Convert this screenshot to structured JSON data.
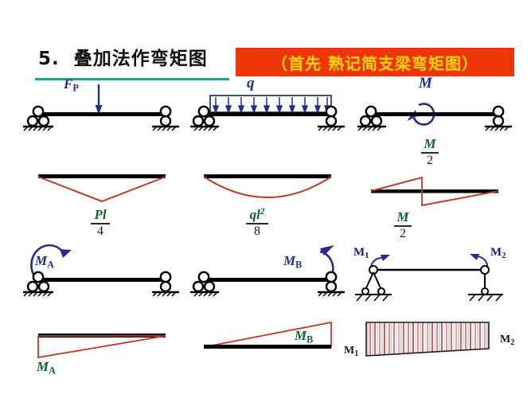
{
  "header": {
    "number": "5.",
    "title": "叠加法作弯矩图",
    "banner": "（首先  熟记简支梁弯矩图）",
    "banner_bg": "#ee3508",
    "banner_text_color": "#ffd700",
    "underline_color": "#1aa39c"
  },
  "colors": {
    "load_label": "#1f2f8f",
    "moment_diagram": "#c0392b",
    "formula": "#14632b",
    "beam": "#000000"
  },
  "figures": {
    "beam_point_load": {
      "name": "simply-supported-beam-point-load",
      "load_label": "F",
      "load_sub": "P",
      "left_support": "pin-support",
      "right_support": "roller-support"
    },
    "beam_udl": {
      "name": "simply-supported-beam-uniform-load",
      "load_label": "q",
      "arrow_count": 10,
      "left_support": "pin-support",
      "right_support": "roller-support"
    },
    "beam_moment": {
      "name": "simply-supported-beam-end-moment",
      "load_label": "M",
      "left_support": "pin-support",
      "right_support": "roller-support"
    },
    "diagram_point_load": {
      "name": "moment-diagram-triangular",
      "numerator": "Pl",
      "denominator": "4",
      "shape": "triangle-below"
    },
    "diagram_udl": {
      "name": "moment-diagram-parabolic",
      "numerator": "ql",
      "numerator_exp": "2",
      "denominator": "8",
      "shape": "parabola-below"
    },
    "diagram_moment": {
      "name": "moment-diagram-antisymmetric",
      "top_numerator": "M",
      "top_denominator": "2",
      "bottom_numerator": "M",
      "bottom_denominator": "2",
      "shape": "double-triangle"
    },
    "beam_ma": {
      "name": "simply-supported-beam-moment-at-a",
      "load_label": "M",
      "load_sub": "A"
    },
    "beam_mb": {
      "name": "simply-supported-beam-moment-at-b",
      "load_label": "M",
      "load_sub": "B"
    },
    "beam_m1_m2": {
      "name": "simply-supported-beam-both-end-moments",
      "left_label": "M",
      "left_sub": "1",
      "right_label": "M",
      "right_sub": "2"
    },
    "diagram_ma": {
      "name": "moment-diagram-linear-left-max",
      "label": "M",
      "label_sub": "A",
      "shape": "triangle-below-left-max"
    },
    "diagram_mb": {
      "name": "moment-diagram-linear-right-max",
      "label": "M",
      "label_sub": "B",
      "shape": "triangle-above-right-max"
    },
    "diagram_m1_m2": {
      "name": "moment-diagram-trapezoid-hatched",
      "left_label": "M",
      "left_sub": "1",
      "right_label": "M",
      "right_sub": "2",
      "shape": "hatched-trapezoid",
      "hatch_count": 46
    }
  }
}
